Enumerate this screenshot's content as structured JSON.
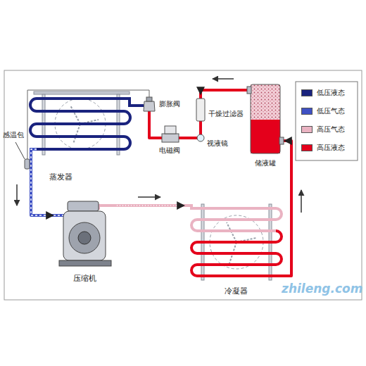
{
  "diagram": {
    "nodes": [
      {
        "text": [
          "蒸发器"
        ]
      },
      {
        "text": [
          "膨胀阀"
        ]
      },
      {
        "text": [
          "电磁阀"
        ]
      },
      {
        "text": [
          "视液镜"
        ]
      },
      {
        "text": [
          "干燥过滤器"
        ]
      },
      {
        "text": [
          "储液罐"
        ]
      },
      {
        "text": [
          "压缩机"
        ]
      },
      {
        "text": [
          "冷凝器"
        ]
      }
    ],
    "edges": [
      {
        "from": 5,
        "to": 4,
        "arrow": "to"
      },
      {
        "from": 4,
        "to": 3,
        "arrow": "none"
      },
      {
        "from": 3,
        "to": 2,
        "arrow": "none"
      },
      {
        "from": 2,
        "to": 1,
        "arrow": "none"
      },
      {
        "from": 1,
        "to": 0,
        "arrow": "none"
      },
      {
        "from": 0,
        "to": 6,
        "arrow": "to"
      },
      {
        "from": 6,
        "to": 7,
        "arrow": "to"
      },
      {
        "from": 7,
        "to": 5,
        "arrow": "to"
      }
    ],
    "labels": [
      "感温包",
      "zhileng.com"
    ],
    "legend": [
      {
        "text": "低压液态",
        "color": "#1a237e"
      },
      {
        "text": "低压气态",
        "color": "#3f51c4"
      },
      {
        "text": "高压气态",
        "color": "#eab3c2"
      },
      {
        "text": "高压液态",
        "color": "#e4001b"
      }
    ]
  }
}
